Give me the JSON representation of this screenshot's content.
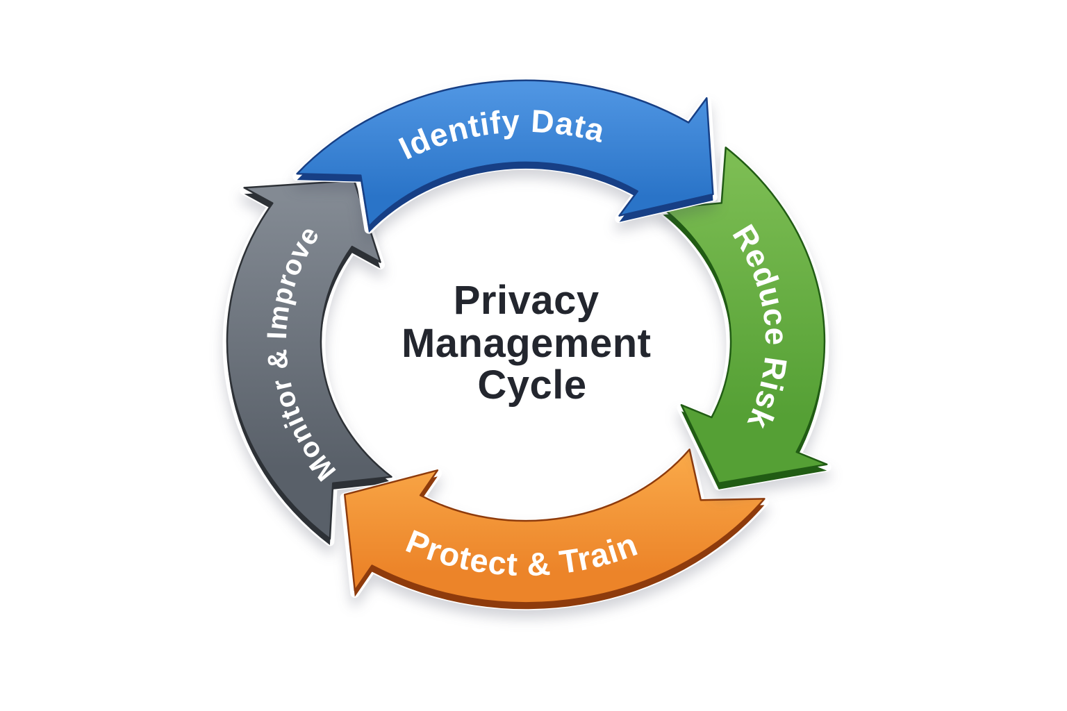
{
  "diagram": {
    "type": "cycle",
    "background": "#ffffff",
    "label_color": "#ffffff",
    "title": {
      "lines": [
        "Privacy",
        "Management",
        "Cycle"
      ],
      "color": "#23262e"
    },
    "arrows": [
      {
        "id": "identify-data",
        "label": "Identify Data",
        "color": "#2a74c8",
        "color_light": "#4f95e2",
        "color_dark": "#173f85"
      },
      {
        "id": "reduce-risk",
        "label": "Reduce Risk",
        "color": "#55a035",
        "color_light": "#7cbd53",
        "color_dark": "#215c14"
      },
      {
        "id": "protect-train",
        "label": "Protect & Train",
        "color": "#ec8429",
        "color_light": "#f9a848",
        "color_dark": "#8e3b0c"
      },
      {
        "id": "monitor-improve",
        "label": "Monitor & Improve",
        "color": "#596069",
        "color_light": "#838a93",
        "color_dark": "#2d3136"
      }
    ]
  }
}
